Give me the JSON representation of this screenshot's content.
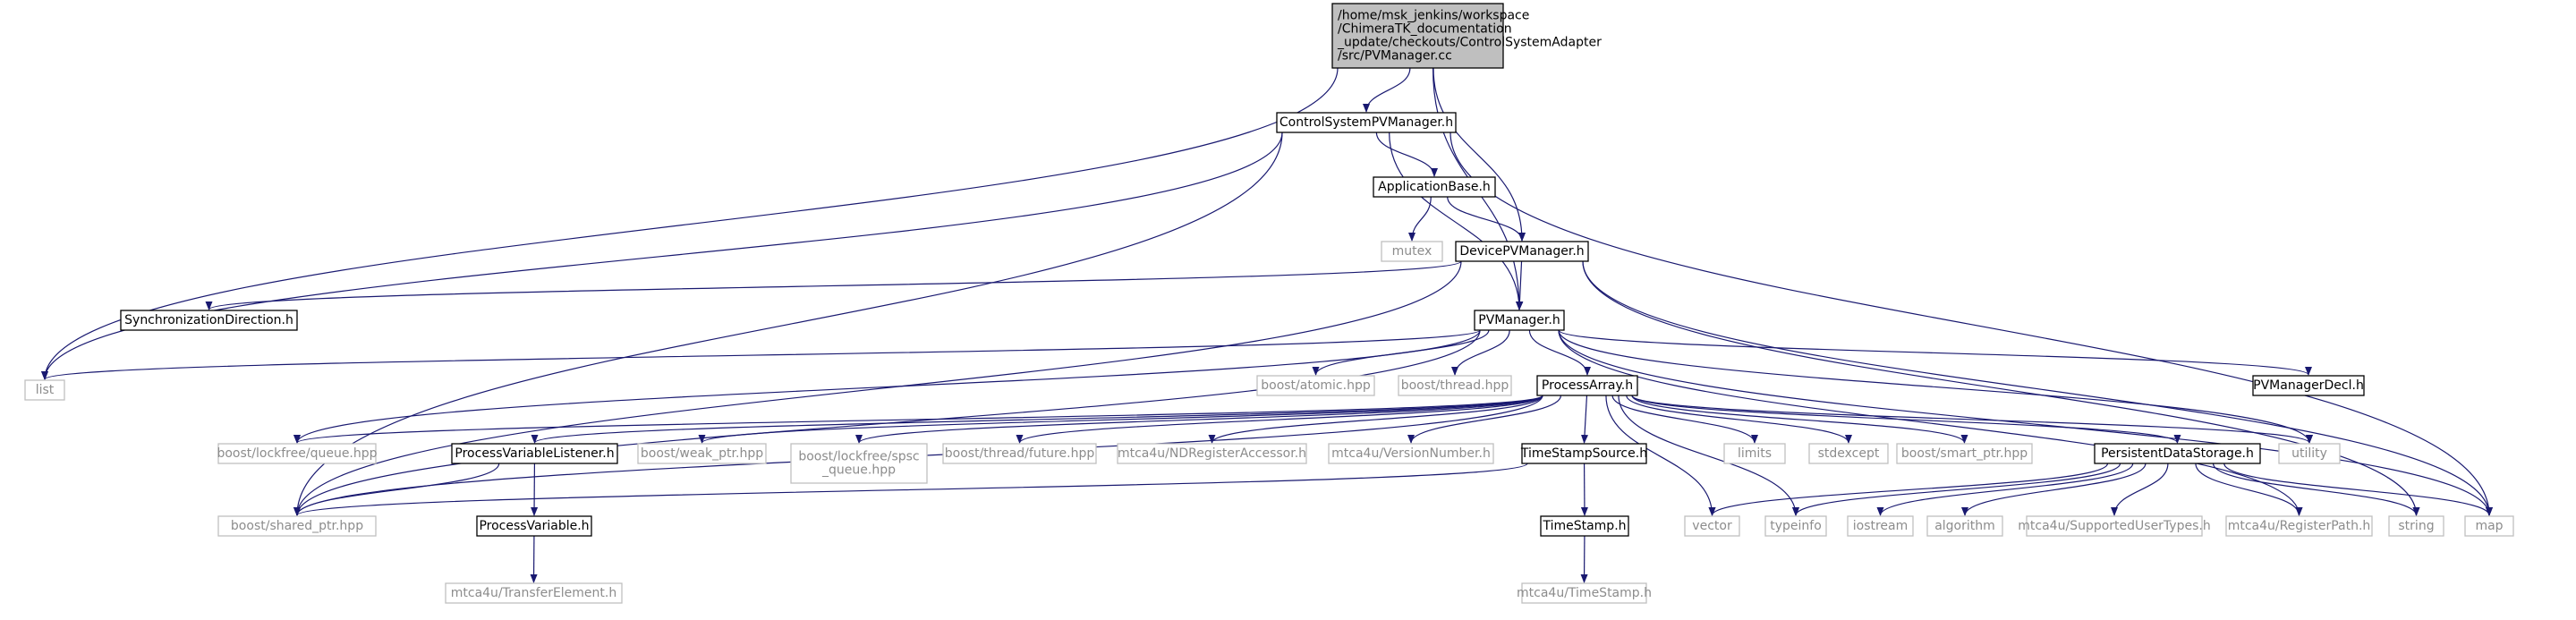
{
  "colors": {
    "edge": "#191970",
    "root_fill": "#bfbfbf",
    "root_stroke": "#000000",
    "internal_fill": "#ffffff",
    "internal_stroke": "#000000",
    "external_stroke": "#bfbfbf",
    "external_text": "#8c8c8c",
    "text": "#000000"
  },
  "nodes": [
    {
      "id": "root",
      "kind": "root",
      "lines": [
        "/home/msk_jenkins/workspace",
        "/ChimeraTK_documentation",
        "_update/checkouts/ControlSystemAdapter",
        "/src/PVManager.cc"
      ]
    },
    {
      "id": "cspvm",
      "kind": "internal",
      "lines": [
        "ControlSystemPVManager.h"
      ]
    },
    {
      "id": "appbase",
      "kind": "internal",
      "lines": [
        "ApplicationBase.h"
      ]
    },
    {
      "id": "mutex",
      "kind": "external",
      "lines": [
        "mutex"
      ]
    },
    {
      "id": "devpvm",
      "kind": "internal",
      "lines": [
        "DevicePVManager.h"
      ]
    },
    {
      "id": "syncdir",
      "kind": "internal",
      "lines": [
        "SynchronizationDirection.h"
      ]
    },
    {
      "id": "pvm",
      "kind": "internal",
      "lines": [
        "PVManager.h"
      ]
    },
    {
      "id": "list",
      "kind": "external",
      "lines": [
        "list"
      ]
    },
    {
      "id": "batomic",
      "kind": "external",
      "lines": [
        "boost/atomic.hpp"
      ]
    },
    {
      "id": "bthread",
      "kind": "external",
      "lines": [
        "boost/thread.hpp"
      ]
    },
    {
      "id": "procarr",
      "kind": "internal",
      "lines": [
        "ProcessArray.h"
      ]
    },
    {
      "id": "pvmdecl",
      "kind": "internal",
      "lines": [
        "PVManagerDecl.h"
      ]
    },
    {
      "id": "queue",
      "kind": "external",
      "lines": [
        "boost/lockfree/queue.hpp"
      ]
    },
    {
      "id": "pvlistener",
      "kind": "internal",
      "lines": [
        "ProcessVariableListener.h"
      ]
    },
    {
      "id": "weakptr",
      "kind": "external",
      "lines": [
        "boost/weak_ptr.hpp"
      ]
    },
    {
      "id": "spsc",
      "kind": "external",
      "lines": [
        "boost/lockfree/spsc",
        "_queue.hpp"
      ]
    },
    {
      "id": "future",
      "kind": "external",
      "lines": [
        "boost/thread/future.hpp"
      ]
    },
    {
      "id": "ndreg",
      "kind": "external",
      "lines": [
        "mtca4u/NDRegisterAccessor.h"
      ]
    },
    {
      "id": "vernum",
      "kind": "external",
      "lines": [
        "mtca4u/VersionNumber.h"
      ]
    },
    {
      "id": "tss",
      "kind": "internal",
      "lines": [
        "TimeStampSource.h"
      ]
    },
    {
      "id": "limits",
      "kind": "external",
      "lines": [
        "limits"
      ]
    },
    {
      "id": "stdexcept",
      "kind": "external",
      "lines": [
        "stdexcept"
      ]
    },
    {
      "id": "smartptr",
      "kind": "external",
      "lines": [
        "boost/smart_ptr.hpp"
      ]
    },
    {
      "id": "pds",
      "kind": "internal",
      "lines": [
        "PersistentDataStorage.h"
      ]
    },
    {
      "id": "utility",
      "kind": "external",
      "lines": [
        "utility"
      ]
    },
    {
      "id": "sharedptr",
      "kind": "external",
      "lines": [
        "boost/shared_ptr.hpp"
      ]
    },
    {
      "id": "procvar",
      "kind": "internal",
      "lines": [
        "ProcessVariable.h"
      ]
    },
    {
      "id": "timestamp",
      "kind": "internal",
      "lines": [
        "TimeStamp.h"
      ]
    },
    {
      "id": "vector",
      "kind": "external",
      "lines": [
        "vector"
      ]
    },
    {
      "id": "typeinfo",
      "kind": "external",
      "lines": [
        "typeinfo"
      ]
    },
    {
      "id": "iostream",
      "kind": "external",
      "lines": [
        "iostream"
      ]
    },
    {
      "id": "algorithm",
      "kind": "external",
      "lines": [
        "algorithm"
      ]
    },
    {
      "id": "supported",
      "kind": "external",
      "lines": [
        "mtca4u/SupportedUserTypes.h"
      ]
    },
    {
      "id": "regpath",
      "kind": "external",
      "lines": [
        "mtca4u/RegisterPath.h"
      ]
    },
    {
      "id": "string",
      "kind": "external",
      "lines": [
        "string"
      ]
    },
    {
      "id": "map",
      "kind": "external",
      "lines": [
        "map"
      ]
    },
    {
      "id": "transfer",
      "kind": "external",
      "lines": [
        "mtca4u/TransferElement.h"
      ]
    },
    {
      "id": "mtcats",
      "kind": "external",
      "lines": [
        "mtca4u/TimeStamp.h"
      ]
    }
  ],
  "edges": [
    [
      "root",
      "cspvm"
    ],
    [
      "root",
      "devpvm"
    ],
    [
      "root",
      "pvm"
    ],
    [
      "root",
      "list"
    ],
    [
      "cspvm",
      "appbase"
    ],
    [
      "cspvm",
      "pvm"
    ],
    [
      "cspvm",
      "list"
    ],
    [
      "cspvm",
      "sharedptr"
    ],
    [
      "cspvm",
      "map"
    ],
    [
      "appbase",
      "mutex"
    ],
    [
      "appbase",
      "devpvm"
    ],
    [
      "devpvm",
      "syncdir"
    ],
    [
      "devpvm",
      "pvm"
    ],
    [
      "devpvm",
      "sharedptr"
    ],
    [
      "devpvm",
      "map"
    ],
    [
      "devpvm",
      "string"
    ],
    [
      "pvm",
      "list"
    ],
    [
      "pvm",
      "batomic"
    ],
    [
      "pvm",
      "bthread"
    ],
    [
      "pvm",
      "procarr"
    ],
    [
      "pvm",
      "pvmdecl"
    ],
    [
      "pvm",
      "queue"
    ],
    [
      "pvm",
      "sharedptr"
    ],
    [
      "pvm",
      "utility"
    ],
    [
      "pvm",
      "regpath"
    ],
    [
      "pvm",
      "map"
    ],
    [
      "procarr",
      "queue"
    ],
    [
      "procarr",
      "pvlistener"
    ],
    [
      "procarr",
      "weakptr"
    ],
    [
      "procarr",
      "spsc"
    ],
    [
      "procarr",
      "future"
    ],
    [
      "procarr",
      "ndreg"
    ],
    [
      "procarr",
      "vernum"
    ],
    [
      "procarr",
      "tss"
    ],
    [
      "procarr",
      "limits"
    ],
    [
      "procarr",
      "stdexcept"
    ],
    [
      "procarr",
      "smartptr"
    ],
    [
      "procarr",
      "pds"
    ],
    [
      "procarr",
      "utility"
    ],
    [
      "procarr",
      "sharedptr"
    ],
    [
      "procarr",
      "vector"
    ],
    [
      "procarr",
      "typeinfo"
    ],
    [
      "pvlistener",
      "sharedptr"
    ],
    [
      "pvlistener",
      "procvar"
    ],
    [
      "procvar",
      "transfer"
    ],
    [
      "tss",
      "sharedptr"
    ],
    [
      "tss",
      "timestamp"
    ],
    [
      "timestamp",
      "mtcats"
    ],
    [
      "pds",
      "vector"
    ],
    [
      "pds",
      "typeinfo"
    ],
    [
      "pds",
      "iostream"
    ],
    [
      "pds",
      "algorithm"
    ],
    [
      "pds",
      "supported"
    ],
    [
      "pds",
      "regpath"
    ],
    [
      "pds",
      "string"
    ],
    [
      "pds",
      "map"
    ]
  ]
}
